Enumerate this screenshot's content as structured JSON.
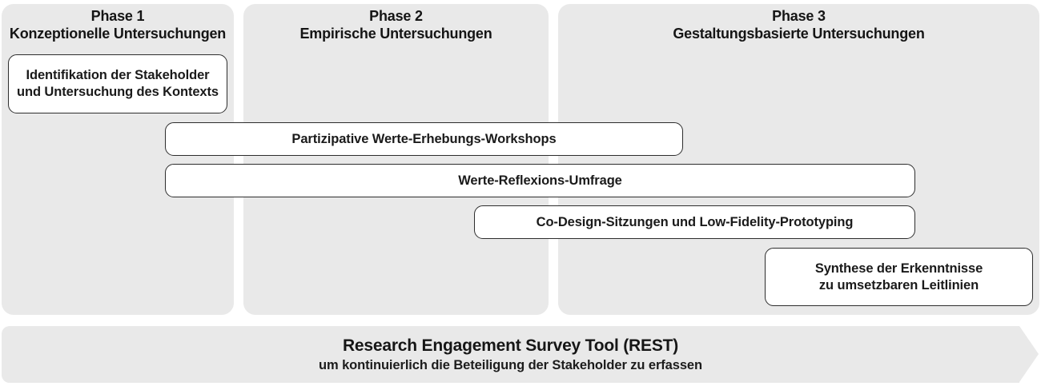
{
  "phases": [
    {
      "label": "Phase 1",
      "title": "Konzeptionelle Untersuchungen"
    },
    {
      "label": "Phase 2",
      "title": "Empirische Untersuchungen"
    },
    {
      "label": "Phase 3",
      "title": "Gestaltungsbasierte Untersuchungen"
    }
  ],
  "activities": {
    "identifikation": {
      "line1": "Identifikation der Stakeholder",
      "line2": "und Untersuchung des Kontexts"
    },
    "partizipative": {
      "label": "Partizipative Werte-Erhebungs-Workshops"
    },
    "werte_reflexion": {
      "label": "Werte-Reflexions-Umfrage"
    },
    "codesign": {
      "label": "Co-Design-Sitzungen und Low-Fidelity-Prototyping"
    },
    "synthese": {
      "line1": "Synthese der Erkenntnisse",
      "line2": "zu umsetzbaren Leitlinien"
    }
  },
  "footer": {
    "title": "Research Engagement Survey Tool (REST)",
    "subtitle": "um kontinuierlich die Beteiligung der Stakeholder zu erfassen"
  },
  "colors": {
    "panel_bg": "#e9e9e9",
    "box_bg": "#ffffff",
    "box_border": "#2d2d2d",
    "text": "#1a1a1a",
    "background": "#ffffff"
  }
}
